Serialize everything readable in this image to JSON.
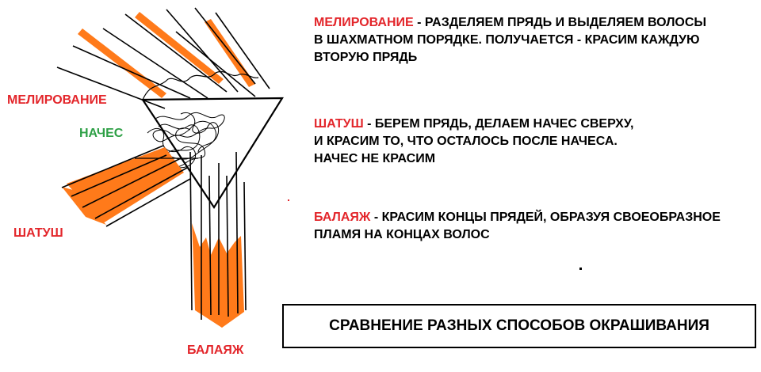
{
  "labels": {
    "melirovanie": "МЕЛИРОВАНИЕ",
    "naches": "НАЧЕС",
    "shatush": "ШАТУШ",
    "balayazh": "БАЛАЯЖ"
  },
  "descriptions": {
    "melirovanie": {
      "term": "МЕЛИРОВАНИЕ",
      "line1": " - РАЗДЕЛЯЕМ ПРЯДЬ И ВЫДЕЛЯЕМ ВОЛОСЫ",
      "line2": "В ШАХМАТНОМ ПОРЯДКЕ. ПОЛУЧАЕТСЯ - КРАСИМ КАЖДУЮ",
      "line3": "ВТОРУЮ ПРЯДЬ"
    },
    "shatush": {
      "term": "ШАТУШ",
      "line1": " - БЕРЕМ ПРЯДЬ, ДЕЛАЕМ НАЧЕС СВЕРХУ,",
      "line2": "И КРАСИМ ТО, ЧТО ОСТАЛОСЬ ПОСЛЕ НАЧЕСА.",
      "line3": "НАЧЕС НЕ КРАСИМ"
    },
    "balayazh": {
      "term": "БАЛАЯЖ",
      "line1": " - КРАСИМ КОНЦЫ ПРЯДЕЙ, ОБРАЗУЯ СВОЕОБРАЗНОЕ",
      "line2": "ПЛАМЯ НА КОНЦАХ ВОЛОС"
    }
  },
  "caption": "СРАВНЕНИЕ РАЗНЫХ СПОСОБОВ ОКРАШИВАНИЯ",
  "colors": {
    "orange": "#ff7a1a",
    "red": "#e3262b",
    "green": "#2ea046",
    "ink": "#000000"
  }
}
